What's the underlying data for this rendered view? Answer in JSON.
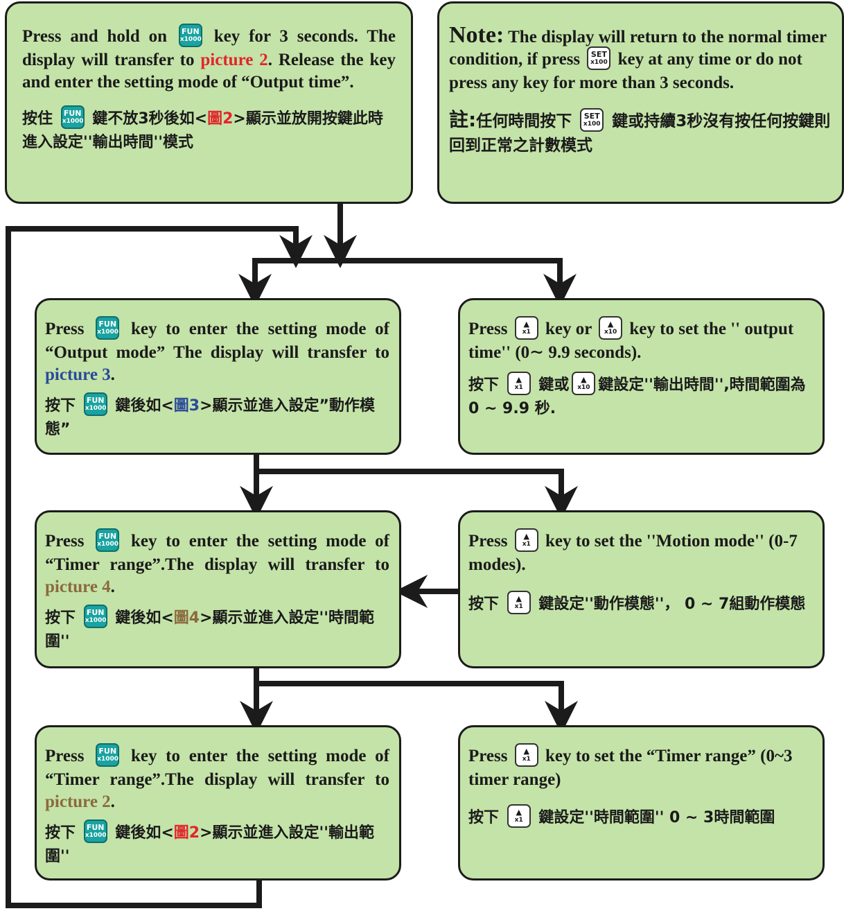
{
  "colors": {
    "box_fill": "#c4e3a8",
    "line": "#1b1b1b",
    "fun_key": "#1aa3a0",
    "picture_2": "#e2242a",
    "picture_3": "#2a4a9a",
    "picture_4": "#8a6a3e"
  },
  "keys": {
    "fun": [
      "FUN",
      "x1000"
    ],
    "set": [
      "SET",
      "x100"
    ],
    "up_x1": [
      "▲",
      "x1"
    ],
    "up_x10": [
      "▲",
      "x10"
    ]
  },
  "box_top_left": {
    "en": [
      "Press and hold on",
      "key for 3 seconds. The display will transfer to",
      "picture 2",
      ". Release the key and enter the setting mode of “Output time”."
    ],
    "zh": [
      "按住",
      "鍵不放3秒後如<",
      "圖2",
      ">顯示並放開按鍵此時進入設定''輸出時間''模式"
    ]
  },
  "box_top_right": {
    "title": "Note:",
    "en": [
      "The display will return to the normal timer condition, if press",
      "key at any time or do not press any key for more than 3 seconds."
    ],
    "zh": [
      "註:",
      "任何時間按下",
      "鍵或持續3秒沒有按任何按鍵則回到正常之計數模式"
    ]
  },
  "box_row1_left": {
    "en": [
      "Press",
      "key to enter the setting mode of “Output mode” The display will transfer to",
      "picture 3",
      "."
    ],
    "zh": [
      "按下",
      "鍵後如<",
      "圖3",
      ">顯示並進入設定”動作模態”"
    ]
  },
  "box_row1_right": {
    "en": [
      "Press",
      "key or",
      "key to set the '' output time'' (0∼ 9.9 seconds)."
    ],
    "zh": [
      "按下",
      "鍵或",
      "鍵設定''輸出時間'',時間範圍為 0 ~ 9.9 秒."
    ]
  },
  "box_row2_left": {
    "en": [
      "Press",
      "key to enter the setting mode of “Timer range”.The display will transfer to",
      "picture 4",
      "."
    ],
    "zh": [
      "按下",
      "鍵後如<",
      "圖4",
      ">顯示並進入設定''時間範圍''"
    ]
  },
  "box_row2_right": {
    "en": [
      "Press",
      "key to set the ''Motion mode'' (0-7 modes)."
    ],
    "zh": [
      "按下",
      "鍵設定''動作模態''， 0 ~ 7組動作模態"
    ]
  },
  "box_row3_left": {
    "en": [
      "Press",
      "key to enter the setting mode of “Timer range”.The display will transfer to",
      "picture 2",
      "."
    ],
    "zh": [
      "按下",
      "鍵後如<",
      "圖2",
      ">顯示並進入設定''輸出範圍''"
    ]
  },
  "box_row3_right": {
    "en": [
      "Press",
      "key to  set the  “Timer range” (0~3 timer range)"
    ],
    "zh": [
      "按下",
      "鍵設定''時間範圍'' 0 ~ 3時間範圍"
    ]
  }
}
